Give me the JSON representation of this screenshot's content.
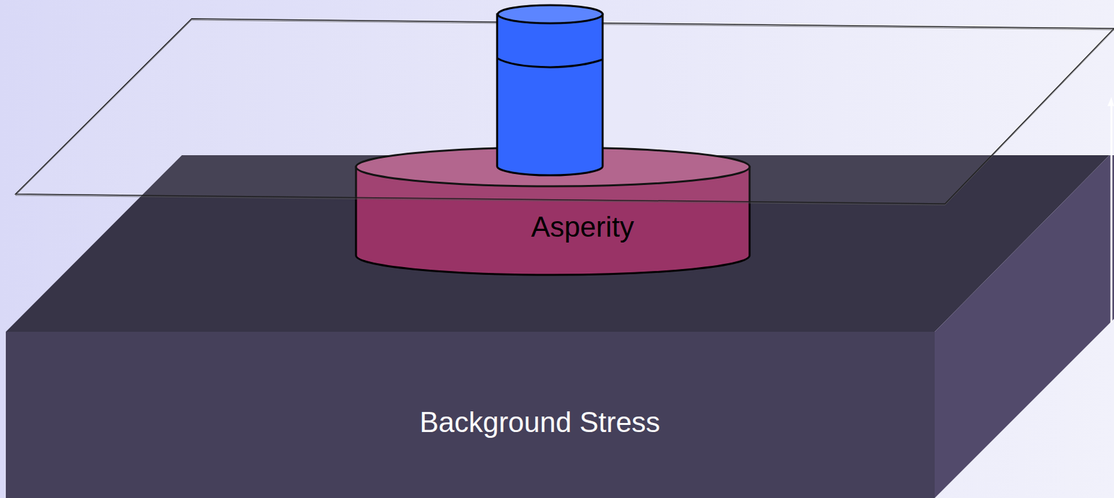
{
  "diagram": {
    "nodes": [
      {
        "text": [
          "Background Stress"
        ]
      },
      {
        "text": [
          "Asperity"
        ],
        "in": 0
      }
    ]
  }
}
